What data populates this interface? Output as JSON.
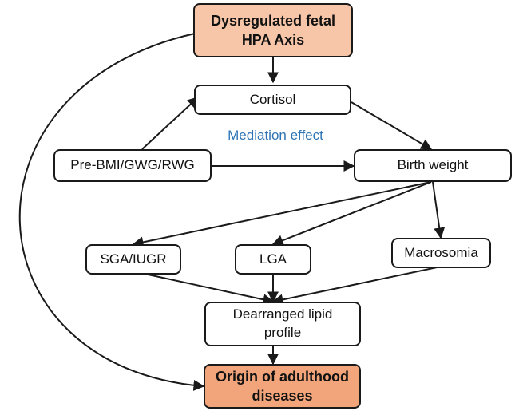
{
  "diagram": {
    "nodes": {
      "hpa": "Dysregulated fetal HPA Axis",
      "cortisol": "Cortisol",
      "prebmi": "Pre-BMI/GWG/RWG",
      "birthweight": "Birth weight",
      "sga": "SGA/IUGR",
      "lga": "LGA",
      "macrosomia": "Macrosomia",
      "lipid": "Dearranged lipid profile",
      "origin": "Origin of adulthood diseases"
    },
    "mediation_label": "Mediation effect",
    "colors": {
      "top_node_fill": "#f7c6a8",
      "bottom_node_fill": "#f2a57a",
      "mediation_text": "#2f75b5",
      "stroke": "#1a1a1a"
    }
  }
}
